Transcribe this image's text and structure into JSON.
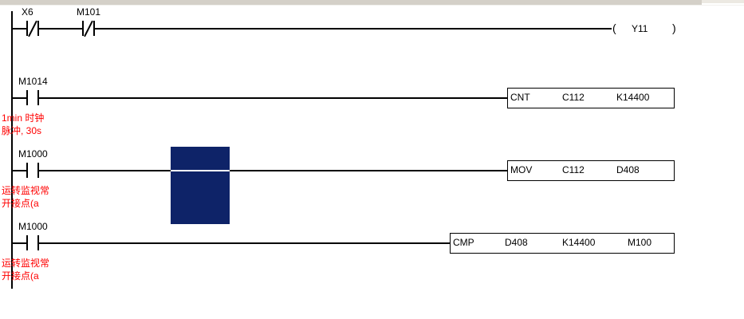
{
  "window": {
    "strip_color": "#d4d0c8",
    "background": "#ffffff"
  },
  "colors": {
    "wire": "#000000",
    "comment": "#ff0000",
    "selection": "#0e2368"
  },
  "ladder": {
    "rungs": [
      {
        "id": "rung-1",
        "contacts": [
          {
            "name": "X6",
            "type": "normally-closed"
          },
          {
            "name": "M101",
            "type": "normally-closed"
          }
        ],
        "coil": {
          "name": "Y11",
          "open": "(",
          "close": ")"
        },
        "comments": []
      },
      {
        "id": "rung-2",
        "contacts": [
          {
            "name": "M1014",
            "type": "normally-open"
          }
        ],
        "instruction": {
          "mnemonic": "CNT",
          "operands": [
            "C112",
            "K14400"
          ]
        },
        "comments": [
          "1min 时钟",
          "脉冲, 30s"
        ]
      },
      {
        "id": "rung-3",
        "contacts": [
          {
            "name": "M1000",
            "type": "normally-open"
          }
        ],
        "instruction": {
          "mnemonic": "MOV",
          "operands": [
            "C112",
            "D408"
          ]
        },
        "comments": [
          "运转监视常",
          "开接点(a"
        ]
      },
      {
        "id": "rung-4",
        "contacts": [
          {
            "name": "M1000",
            "type": "normally-open"
          }
        ],
        "instruction": {
          "mnemonic": "CMP",
          "operands": [
            "D408",
            "K14400",
            "M100"
          ]
        },
        "comments": [
          "运转监视常",
          "开接点(a"
        ]
      }
    ]
  }
}
